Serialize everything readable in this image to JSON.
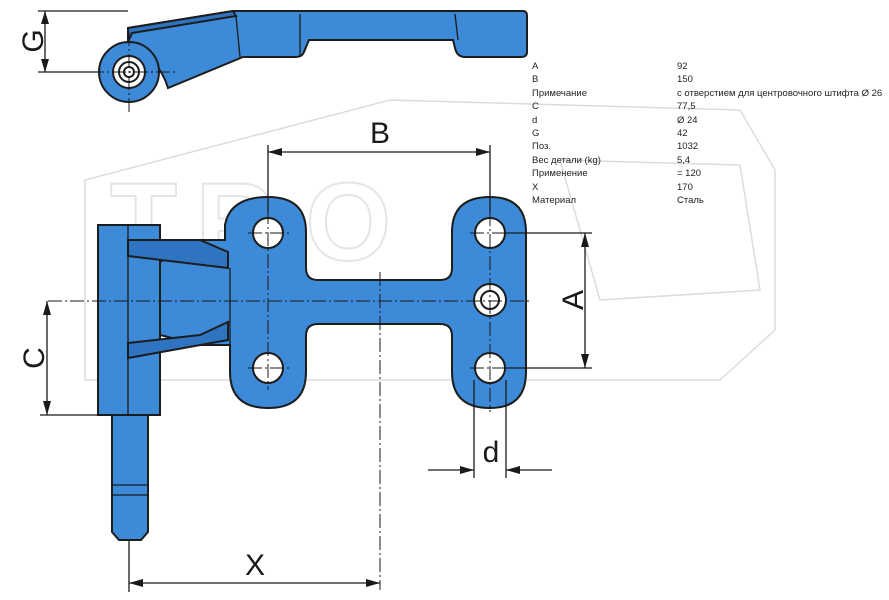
{
  "dimension_labels": {
    "A": "A",
    "B": "B",
    "C": "C",
    "d": "d",
    "G": "G",
    "X": "X"
  },
  "specs": [
    {
      "key": "A",
      "value": "92"
    },
    {
      "key": "B",
      "value": "150"
    },
    {
      "key": "Примечание",
      "value": "с отверстием для центровочного штифта Ø 26"
    },
    {
      "key": "C",
      "value": "77,5"
    },
    {
      "key": "d",
      "value": "Ø 24"
    },
    {
      "key": "G",
      "value": "42"
    },
    {
      "key": "Поз.",
      "value": "1032"
    },
    {
      "key": "Вес детали (kg)",
      "value": "5,4"
    },
    {
      "key": "Применение",
      "value": "= 120"
    },
    {
      "key": "X",
      "value": "170"
    },
    {
      "key": "Материал",
      "value": "Сталь"
    }
  ],
  "watermark": "T.R.O",
  "colors": {
    "part_fill": "#3d8ad8",
    "outline": "#1d1d1d",
    "watermark": "#d9dde2"
  }
}
